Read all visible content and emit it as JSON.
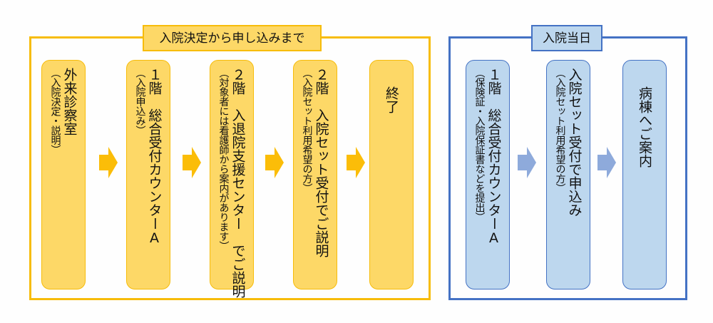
{
  "colors": {
    "yellow_fill": "#fdd867",
    "yellow_border": "#f7bc0a",
    "yellow_arrow": "#fbbd08",
    "blue_fill": "#bdd7ee",
    "blue_border": "#4472c4",
    "blue_arrow": "#8eaadb"
  },
  "sections": [
    {
      "title": "入院決定から申し込みまで",
      "steps": [
        {
          "main": "外来診察室",
          "note": "（入院決定・説明）"
        },
        {
          "main": "１階　総合受付カウンターA",
          "note": "（入院申込み）"
        },
        {
          "main": "２階　入退院支援センター　でご説明",
          "note": "（対象者には看護師から案内があります）"
        },
        {
          "main": "２階　入院セット受付でご説明",
          "note": "（入院セット利用希望の方）"
        },
        {
          "main": "終了",
          "note": ""
        }
      ]
    },
    {
      "title": "入院当日",
      "steps": [
        {
          "main": "１階　総合受付カウンターA",
          "note": "（保険証・入院保証書などを提出）"
        },
        {
          "main": "入院セット受付で申込み",
          "note": "（入院セット利用希望の方）"
        },
        {
          "main": "病棟へご案内",
          "note": ""
        }
      ]
    }
  ],
  "arrows": {
    "icon": "right-arrow-icon"
  }
}
